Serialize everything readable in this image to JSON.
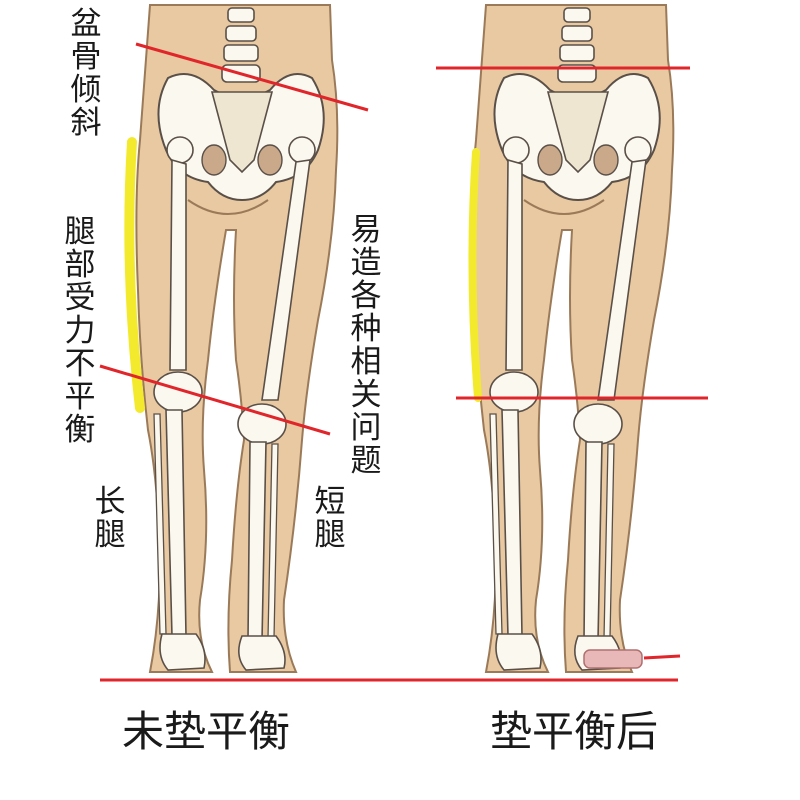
{
  "labels": {
    "pelvis_tilt": "盆骨倾斜",
    "leg_force_unbalanced": "腿部受力不平衡",
    "related_problems": "易造各种相关问题",
    "long_leg": "长腿",
    "short_leg": "短腿"
  },
  "captions": {
    "before": "未垫平衡",
    "after": "垫平衡后"
  },
  "colors": {
    "indicator_line": "#e0262b",
    "skin": "#e8c9a2",
    "skin_outline": "#9a7a58",
    "bone": "#fbf8f0",
    "bone_outline": "#5a5048",
    "highlight": "#f3ea2e",
    "background": "#ffffff"
  }
}
